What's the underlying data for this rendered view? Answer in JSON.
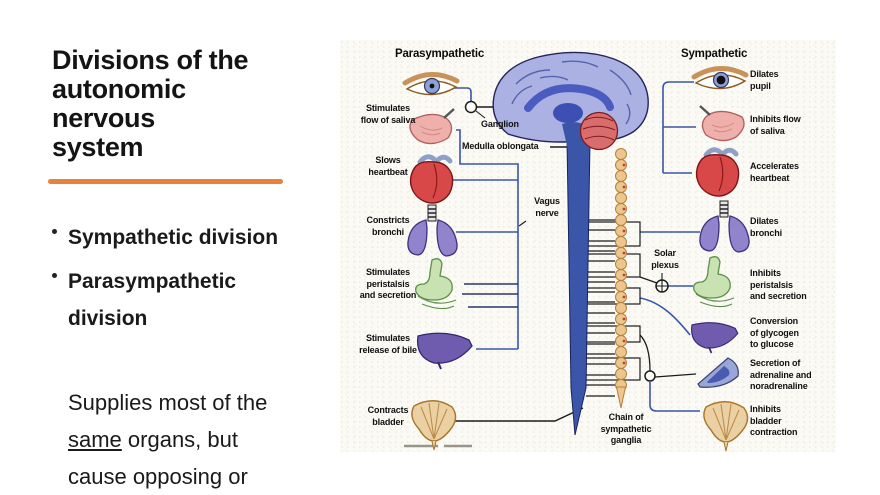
{
  "slide": {
    "title": "Divisions of the\nautonomic\nnervous\nsystem",
    "accent_color": "#e8813b",
    "bullets": [
      "Sympathetic division",
      "Parasympathetic\ndivision"
    ],
    "note": {
      "line1": "Supplies most of the",
      "line2_underlined": "same",
      "line2_rest": " organs, but",
      "line3": "cause opposing or"
    }
  },
  "diagram": {
    "headers": {
      "left": "Parasympathetic",
      "right": "Sympathetic"
    },
    "center_labels": {
      "ganglion": "Ganglion",
      "medulla_oblongata": "Medulla oblongata",
      "vagus_nerve": "Vagus\nnerve",
      "solar_plexus": "Solar\nplexus",
      "sympathetic_chain": "Chain of\nsympathetic\nganglia"
    },
    "parasympathetic_labels": [
      "Stimulates\nflow of saliva",
      "Slows\nheartbeat",
      "Constricts\nbronchi",
      "Stimulates\nperistalsis\nand secretion",
      "Stimulates\nrelease of bile",
      "Contracts\nbladder"
    ],
    "sympathetic_labels": [
      "Dilates\npupil",
      "Inhibits flow\nof saliva",
      "Accelerates\nheartbeat",
      "Dilates\nbronchi",
      "Inhibits\nperistalsis\nand secretion",
      "Conversion\nof glycogen\nto glucose",
      "Secretion of\nadrenaline and\nnoradrenaline",
      "Inhibits\nbladder\ncontraction"
    ],
    "colors": {
      "parasympathetic_line": "#3a56a8",
      "spinal_cord": "#3b55a8",
      "sympathetic_chain": "#ecc68c",
      "heart": "#d94848",
      "lungs": "#9284cc",
      "stomach": "#c9e2b2",
      "liver": "#6f5cae",
      "bladder": "#ead0a2"
    }
  }
}
